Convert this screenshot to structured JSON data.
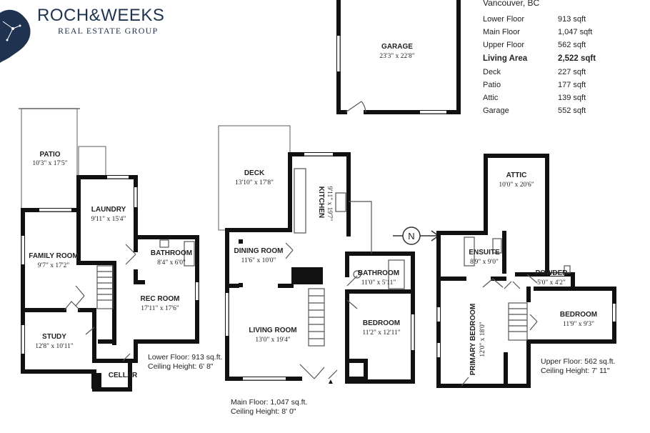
{
  "brand": {
    "name": "ROCH&WEEKS",
    "sub": "REAL ESTATE GROUP"
  },
  "location": "Vancouver, BC",
  "area_table": [
    {
      "label": "Lower Floor",
      "value": "913 sqft",
      "bold": false
    },
    {
      "label": "Main Floor",
      "value": "1,047 sqft",
      "bold": false
    },
    {
      "label": "Upper Floor",
      "value": "562 sqft",
      "bold": false
    },
    {
      "label": "Living Area",
      "value": "2,522 sqft",
      "bold": true
    },
    {
      "label": "Deck",
      "value": "227 sqft",
      "bold": false
    },
    {
      "label": "Patio",
      "value": "177 sqft",
      "bold": false
    },
    {
      "label": "Attic",
      "value": "139 sqft",
      "bold": false
    },
    {
      "label": "Garage",
      "value": "552 sqft",
      "bold": false
    }
  ],
  "floor_notes": {
    "lower": {
      "line1": "Lower Floor: 913 sq.ft.",
      "line2": "Ceiling Height: 6' 8\""
    },
    "main": {
      "line1": "Main Floor: 1,047 sq.ft.",
      "line2": "Ceiling Height: 8' 0\""
    },
    "upper": {
      "line1": "Upper Floor: 562 sq.ft.",
      "line2": "Ceiling Height: 7' 11\""
    }
  },
  "compass": "N",
  "rooms": {
    "garage": {
      "name": "GARAGE",
      "dims": "23'3\" x 22'8\""
    },
    "patio": {
      "name": "PATIO",
      "dims": "10'3\" x 17'5\""
    },
    "laundry": {
      "name": "LAUNDRY",
      "dims": "9'11\" x 15'4\""
    },
    "family": {
      "name": "FAMILY ROOM",
      "dims": "9'7\" x 17'2\""
    },
    "bath_lower": {
      "name": "BATHROOM",
      "dims": "8'4\" x 6'0\""
    },
    "rec": {
      "name": "REC ROOM",
      "dims": "17'11\" x 17'6\""
    },
    "study": {
      "name": "STUDY",
      "dims": "12'8\" x 10'11\""
    },
    "cellar": {
      "name": "CELLAR",
      "dims": ""
    },
    "deck": {
      "name": "DECK",
      "dims": "13'10\" x 17'8\""
    },
    "kitchen": {
      "name": "KITCHEN",
      "dims": "9'11\" x 19'7\""
    },
    "dining": {
      "name": "DINING ROOM",
      "dims": "11'6\" x 10'0\""
    },
    "bath_main": {
      "name": "BATHROOM",
      "dims": "11'0\" x 5'11\""
    },
    "bed_main": {
      "name": "BEDROOM",
      "dims": "11'2\" x 12'11\""
    },
    "living": {
      "name": "LIVING ROOM",
      "dims": "13'0\" x 19'4\""
    },
    "attic": {
      "name": "ATTIC",
      "dims": "10'0\" x 20'6\""
    },
    "ensuite": {
      "name": "ENSUITE",
      "dims": "8'9\" x 9'0\""
    },
    "powder": {
      "name": "POWDER",
      "dims": "5'0\" x 4'2\""
    },
    "bed_upper": {
      "name": "BEDROOM",
      "dims": "11'9\" x 9'3\""
    },
    "primary": {
      "name": "PRIMARY BEDROOM",
      "dims": "12'0\" x 18'0\""
    }
  }
}
